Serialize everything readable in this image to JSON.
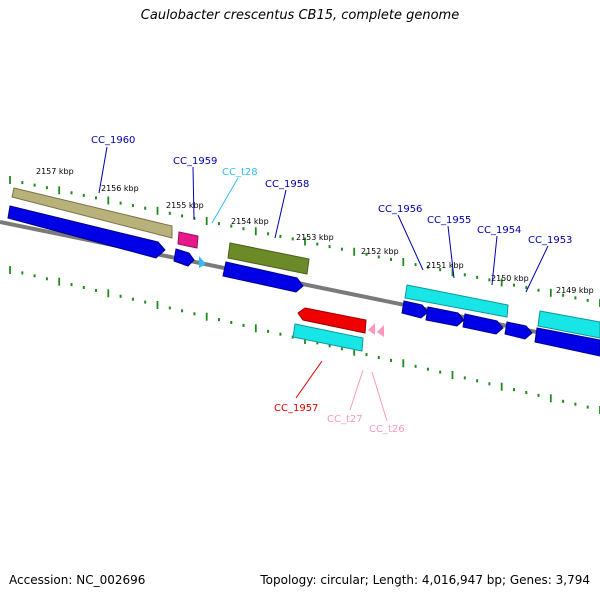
{
  "title": "Caulobacter crescentus CB15, complete genome",
  "footer": {
    "accession": "Accession: NC_002696",
    "summary": "Topology: circular; Length: 4,016,947 bp; Genes: 3,794"
  },
  "colors": {
    "backbone": "#7a7a7a",
    "ticks": "#1f8a1f",
    "cds": "#0000e6",
    "label_blue": "#0000aa",
    "label_red": "#dd0000",
    "label_trna_top": "#33bbee",
    "label_trna_bottom": "#ff99bb"
  },
  "ticks": [
    {
      "label": "2157 kbp"
    },
    {
      "label": "2156 kbp"
    },
    {
      "label": "2155 kbp"
    },
    {
      "label": "2154 kbp"
    },
    {
      "label": "2153 kbp"
    },
    {
      "label": "2152 kbp"
    },
    {
      "label": "2151 kbp"
    },
    {
      "label": "2150 kbp"
    },
    {
      "label": "2149 kbp"
    }
  ],
  "genes": [
    {
      "name": "CC_1960",
      "strand": "+"
    },
    {
      "name": "CC_1959",
      "strand": "+"
    },
    {
      "name": "CC_t28",
      "strand": "+"
    },
    {
      "name": "CC_1958",
      "strand": "+"
    },
    {
      "name": "CC_1956",
      "strand": "+"
    },
    {
      "name": "CC_1955",
      "strand": "+"
    },
    {
      "name": "CC_1954",
      "strand": "+"
    },
    {
      "name": "CC_1953",
      "strand": "+"
    },
    {
      "name": "CC_1957",
      "strand": "-"
    },
    {
      "name": "CC_t27",
      "strand": "-"
    },
    {
      "name": "CC_t26",
      "strand": "-"
    }
  ]
}
